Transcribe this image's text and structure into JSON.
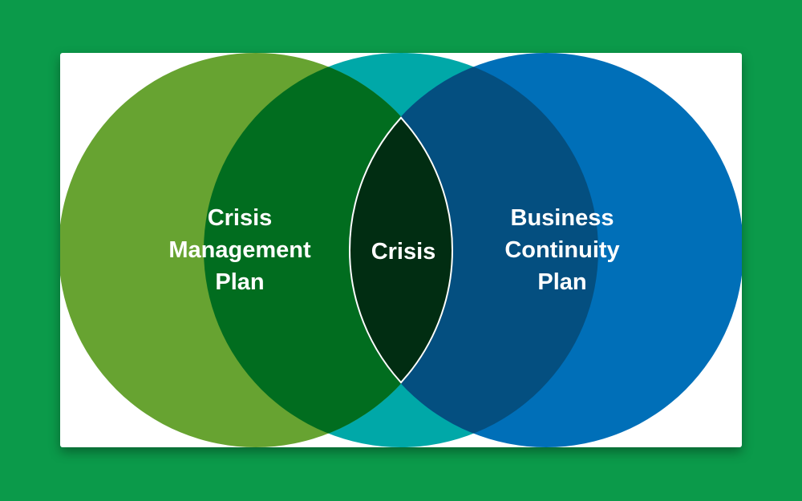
{
  "diagram": {
    "left_label": [
      "Crisis",
      "Management",
      "Plan"
    ],
    "center_label": "Crisis",
    "right_label": [
      "Business",
      "Continuity",
      "Plan"
    ]
  },
  "colors": {
    "background": "#0b9a4a",
    "slide": "#ffffff",
    "left_circle": "#67a331",
    "center_circle": "#00a8a8",
    "right_circle": "#006fb8",
    "left_overlap": "#016d1f",
    "right_overlap": "#044f80",
    "center_overlap": "#012d12",
    "stroke": "#ffffff",
    "text": "#ffffff"
  }
}
